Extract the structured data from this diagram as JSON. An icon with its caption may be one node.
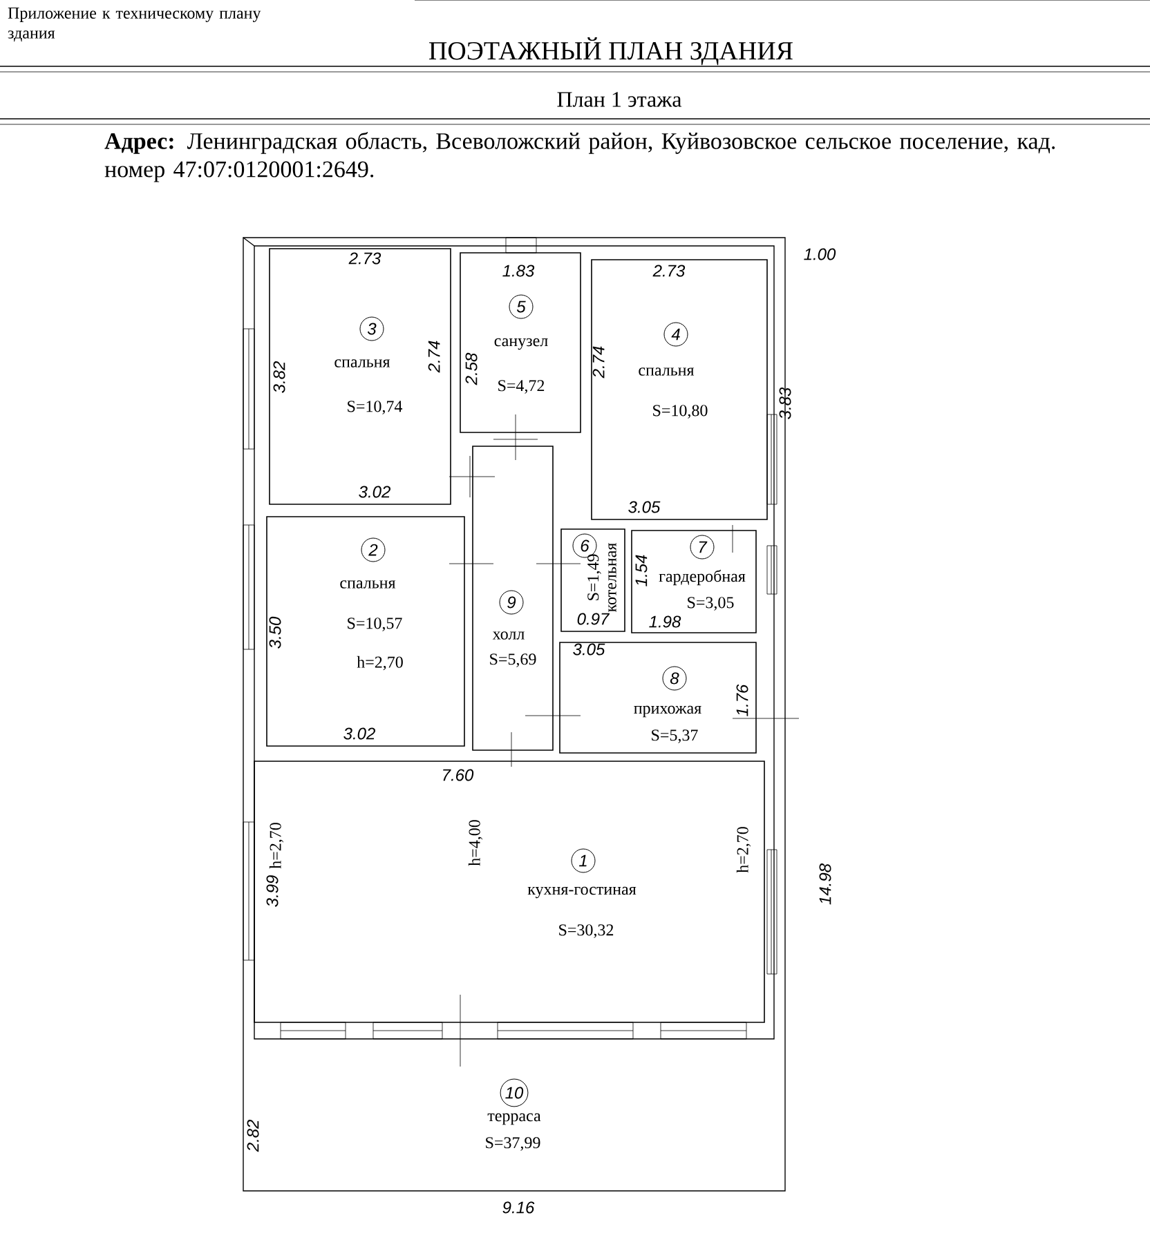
{
  "diagram": {
    "title": "ПОЭТАЖНЫЙ ПЛАН ЗДАНИЯ",
    "nodes": [
      {
        "text": [
          "3",
          "спальня",
          "S=10,74"
        ]
      },
      {
        "text": [
          "5",
          "санузел",
          "S=4,72"
        ]
      },
      {
        "text": [
          "4",
          "спальня",
          "S=10,80"
        ]
      },
      {
        "text": [
          "2",
          "спальня",
          "S=10,57"
        ]
      },
      {
        "text": [
          "9",
          "холл",
          "S=5,69"
        ]
      },
      {
        "text": [
          "6",
          "S=1,49",
          "котельная"
        ]
      },
      {
        "text": [
          "7",
          "гардеробная",
          "S=3,05"
        ]
      },
      {
        "text": [
          "8",
          "прихожая",
          "S=5,37"
        ]
      },
      {
        "text": [
          "1",
          "кухня-гостиная",
          "S=30,32"
        ]
      },
      {
        "text": [
          "10",
          "терраса",
          "S=37,99"
        ]
      }
    ],
    "labels": [
      "Приложение к техническому плану здания",
      "План 1 этажа",
      "**Адрес:** Ленинградская область, Всеволожский район, Куйвозовское сельское поселение, кад. номер 47:07:0120001:2649.",
      "2.73",
      "1.83",
      "2.73",
      "1.00",
      "3.82",
      "2.74",
      "2.58",
      "2.74",
      "3.83",
      "3.02",
      "3.05",
      "1.54",
      "0.97",
      "1.98",
      "3.50",
      "h=2,70",
      "3.05",
      "1.76",
      "3.02",
      "7.60",
      "h=2,70",
      "3.99",
      "h=4,00",
      "h=2,70",
      "14.98",
      "2.82",
      "9.16"
    ]
  }
}
